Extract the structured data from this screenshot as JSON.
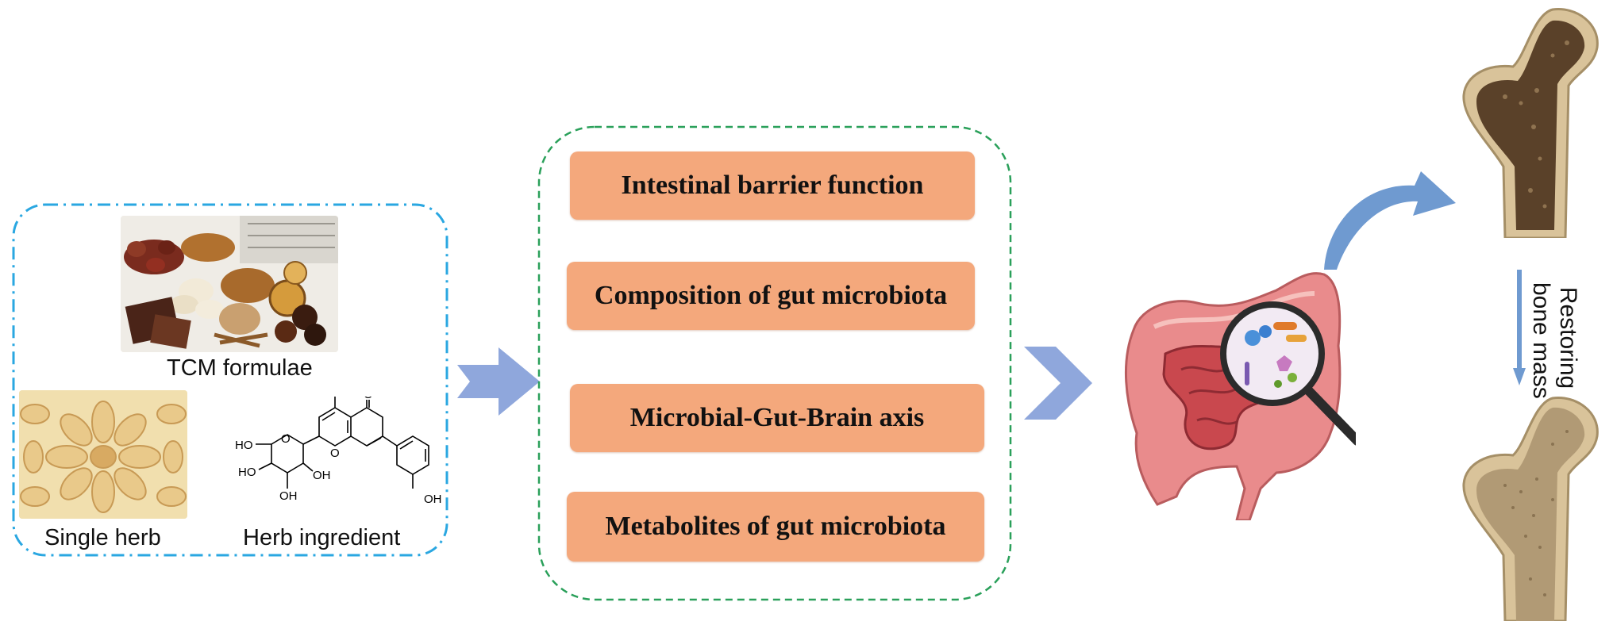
{
  "left_panel": {
    "tcm_caption": "TCM formulae",
    "single_herb_caption": "Single herb",
    "ingredient_caption": "Herb ingredient",
    "molecule_labels": {
      "ho_top": "HO",
      "ho_left": "HO",
      "ho_mid": "HO",
      "oh_ring": "OH",
      "oh_bottom": "OH",
      "o_ring": "O",
      "o_keto": "O",
      "o_pyran": "O",
      "oh_phenyl": "OH"
    }
  },
  "mechanisms": [
    {
      "label": "Intestinal barrier function"
    },
    {
      "label": "Composition of gut microbiota"
    },
    {
      "label": "Microbial-Gut-Brain axis"
    },
    {
      "label": "Metabolites of gut microbiota"
    }
  ],
  "outcome": {
    "line1": "Restoring",
    "line2": "bone mass"
  },
  "colors": {
    "left_border": "#2aa7e1",
    "mid_border": "#2aa05a",
    "box_fill": "#f4a87c",
    "arrow": "#8fa7dc",
    "curved_arrow": "#6f9ad0",
    "bone_outer": "#d9c39a",
    "bone_inner_osteoporotic": "#5a4129",
    "bone_inner_healthy": "#b19a75",
    "intestine": "#e98b8c"
  },
  "icons": [
    "tcm-formulae-photo",
    "single-herb-photo",
    "molecule-structure",
    "right-arrow-icon",
    "chevron-arrow-icon",
    "intestine-illustration",
    "magnifier-icon",
    "curved-arrow-icon",
    "osteoporotic-bone",
    "healthy-bone",
    "down-arrow-icon"
  ]
}
